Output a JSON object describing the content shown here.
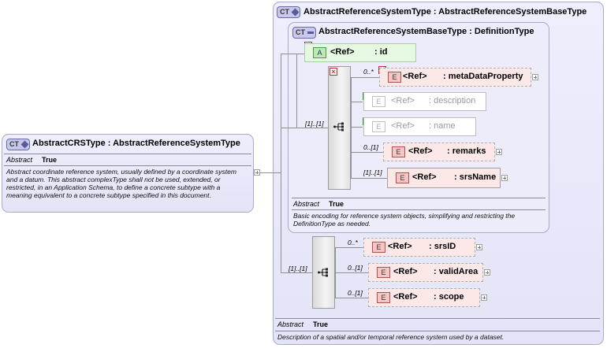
{
  "left_type": {
    "badge": "CT",
    "title": "AbstractCRSType : AbstractReferenceSystemType",
    "abstract_label": "Abstract",
    "abstract_value": "True",
    "description": "Abstract coordinate reference system, usually defined by a coordinate system and a datum. This abstract complexType shall not be used, extended, or restricted, in an Application Schema, to define a concrete subtype with a meaning equivalent to a concrete subtype specified in this document."
  },
  "outer_type": {
    "badge": "CT",
    "title": "AbstractReferenceSystemType : AbstractReferenceSystemBaseType",
    "abstract_label": "Abstract",
    "abstract_value": "True",
    "description": "Description of a spatial and/or temporal reference system used by a dataset."
  },
  "inner_type": {
    "badge": "CT",
    "title": "AbstractReferenceSystemBaseType : DefinitionType",
    "abstract_label": "Abstract",
    "abstract_value": "True",
    "description": "Basic encoding for reference system objects, simplifying and restricting the DefinitionType as needed."
  },
  "attribute": {
    "tag": "A",
    "ref": "<Ref>",
    "name": ": id"
  },
  "inner_sequence": {
    "cardinality": "[1]..[1]",
    "elements": [
      {
        "tag": "E",
        "ref": "<Ref>",
        "name": ": metaDataProperty",
        "cardinality": "0..*",
        "style": "dashed",
        "marker": "removed"
      },
      {
        "tag": "E",
        "ref": "<Ref>",
        "name": ": description",
        "cardinality": "",
        "style": "ghost",
        "marker": "added"
      },
      {
        "tag": "E",
        "ref": "<Ref>",
        "name": ": name",
        "cardinality": "",
        "style": "ghost",
        "marker": "added"
      },
      {
        "tag": "E",
        "ref": "<Ref>",
        "name": ": remarks",
        "cardinality": "0..[1]",
        "style": "dashed",
        "marker": ""
      },
      {
        "tag": "E",
        "ref": "<Ref>",
        "name": ": srsName",
        "cardinality": "[1]..[1]",
        "style": "solid",
        "marker": ""
      }
    ]
  },
  "outer_sequence": {
    "cardinality": "[1]..[1]",
    "elements": [
      {
        "tag": "E",
        "ref": "<Ref>",
        "name": ": srsID",
        "cardinality": "0..*",
        "style": "dashed"
      },
      {
        "tag": "E",
        "ref": "<Ref>",
        "name": ": validArea",
        "cardinality": "0..[1]",
        "style": "dashed"
      },
      {
        "tag": "E",
        "ref": "<Ref>",
        "name": ": scope",
        "cardinality": "0..[1]",
        "style": "dashed"
      }
    ]
  },
  "colors": {
    "complex_type_fill": "#ececfb",
    "element_fill": "#fde8e8",
    "attribute_fill": "#e6f8e2",
    "removed_marker": "#c03030",
    "added_marker": "#3aa030"
  }
}
